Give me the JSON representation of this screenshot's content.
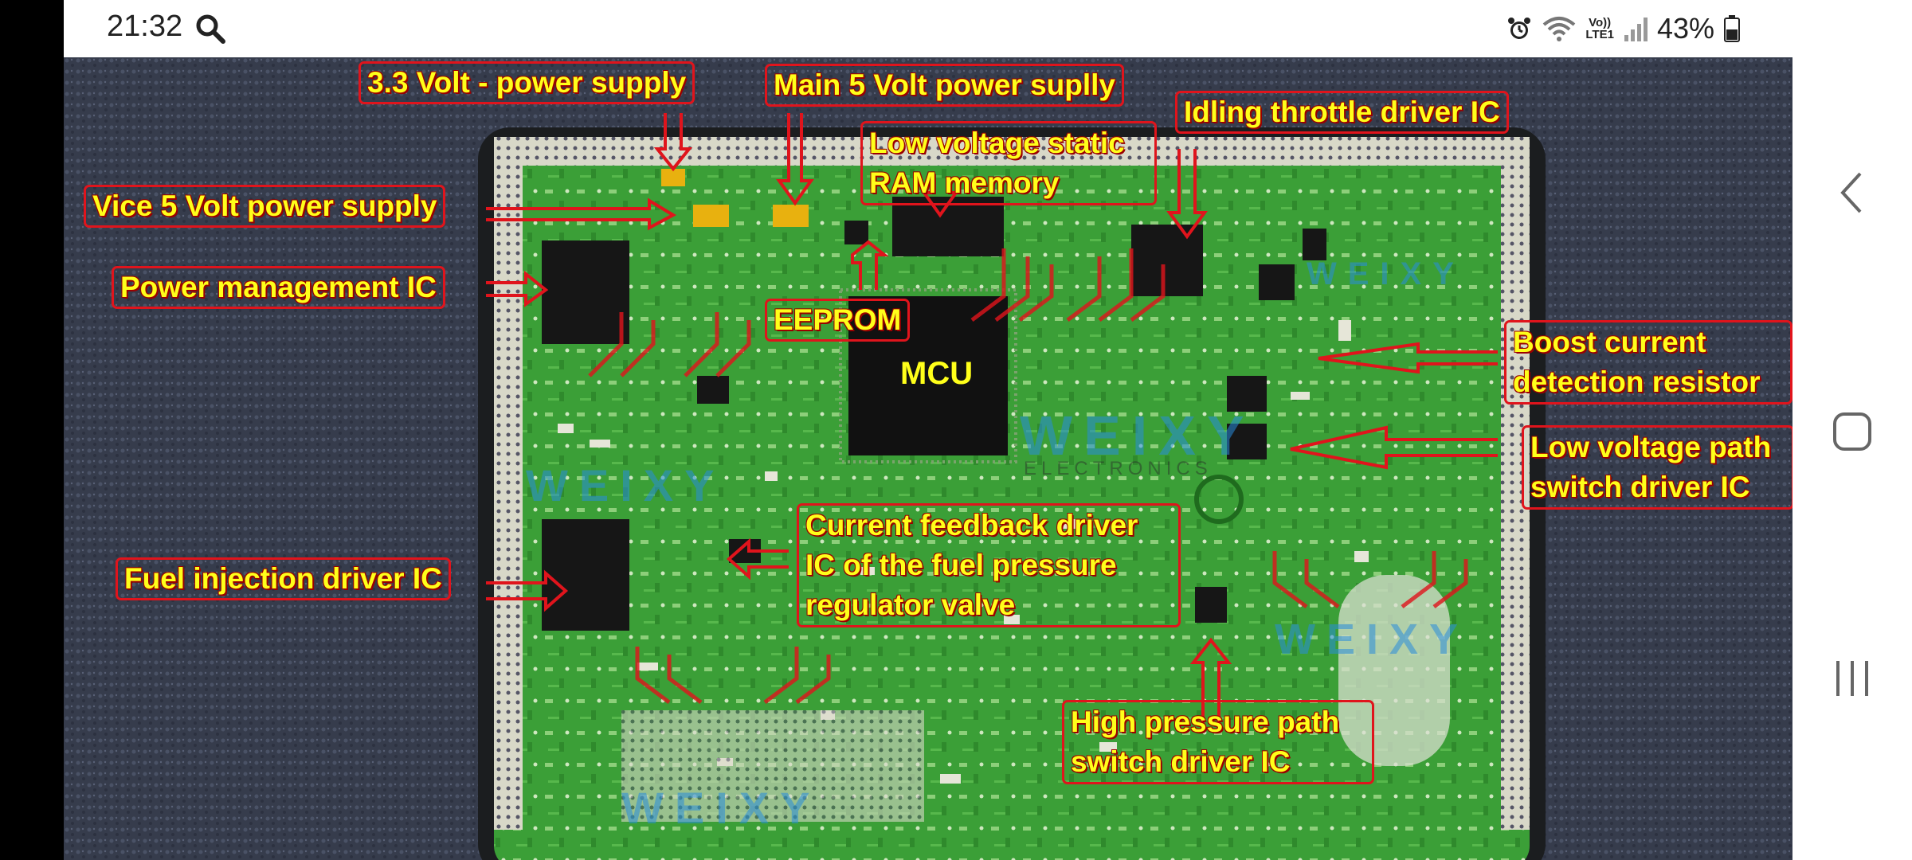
{
  "status_bar": {
    "time": "21:32",
    "battery_percent": "43%",
    "network": {
      "line1": "Vo))",
      "line2": "LTE1"
    },
    "icons": [
      "search-icon",
      "alarm-icon",
      "wifi-icon",
      "signal-icon",
      "battery-icon"
    ]
  },
  "image": {
    "description_icons": [
      "circuit-board"
    ],
    "chip_label": "MCU",
    "watermark": {
      "brand": "WEIXY",
      "sub": "ELECTRONICS"
    },
    "callouts": {
      "v33": "3.3 Volt - power supply",
      "main5v": "Main 5 Volt power suplly",
      "idling": "Idling throttle driver IC",
      "lowram_1": "Low voltage static",
      "lowram_2": "RAM memory",
      "vice5v": "Vice 5 Volt power supply",
      "power_mgmt": "Power management IC",
      "eeprom": "EEPROM",
      "boost_1": "Boost current",
      "boost_2": "detection resistor",
      "lowpath_1": "Low voltage path",
      "lowpath_2": "switch driver IC",
      "feedback_1": "Current feedback driver",
      "feedback_2": "IC of the fuel pressure",
      "feedback_3": "regulator valve",
      "fuel": "Fuel injection driver IC",
      "highpath_1": "High pressure path",
      "highpath_2": "switch driver IC"
    }
  },
  "colors": {
    "label_text": "#ffff1a",
    "label_border": "#e0141c",
    "pcb": "#3fa83a",
    "carpet": "#3a4052"
  }
}
